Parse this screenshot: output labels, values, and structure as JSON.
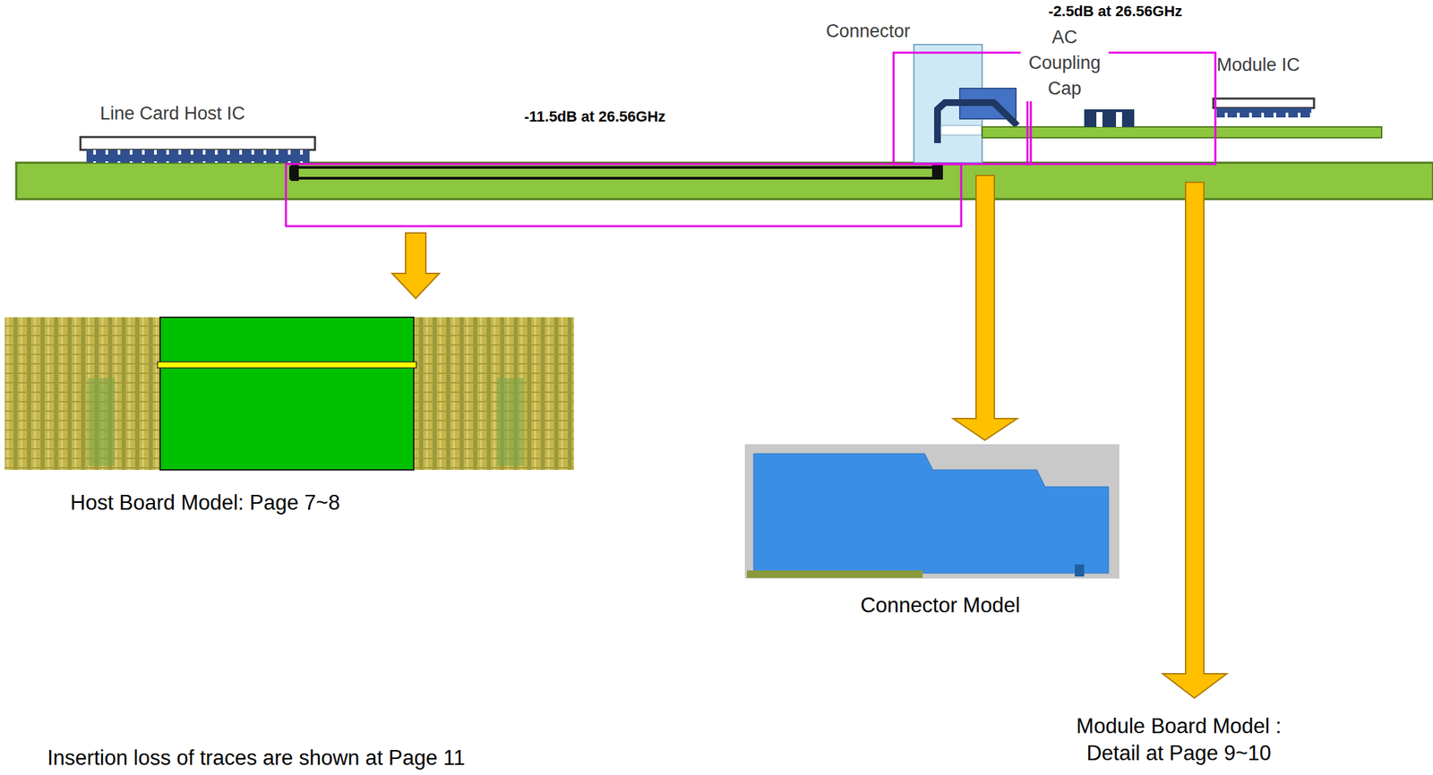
{
  "diagram": {
    "labels": [
      "-2.5dB at 26.56GHz",
      "Connector",
      "AC Coupling Cap",
      "Module IC",
      "Line Card Host IC",
      "-11.5dB at 26.56GHz",
      "Host Board Model: Page 7~8",
      "Connector Model",
      "Module Board Model : Detail at Page 9~10",
      "Insertion loss of traces are shown at Page 11"
    ]
  }
}
